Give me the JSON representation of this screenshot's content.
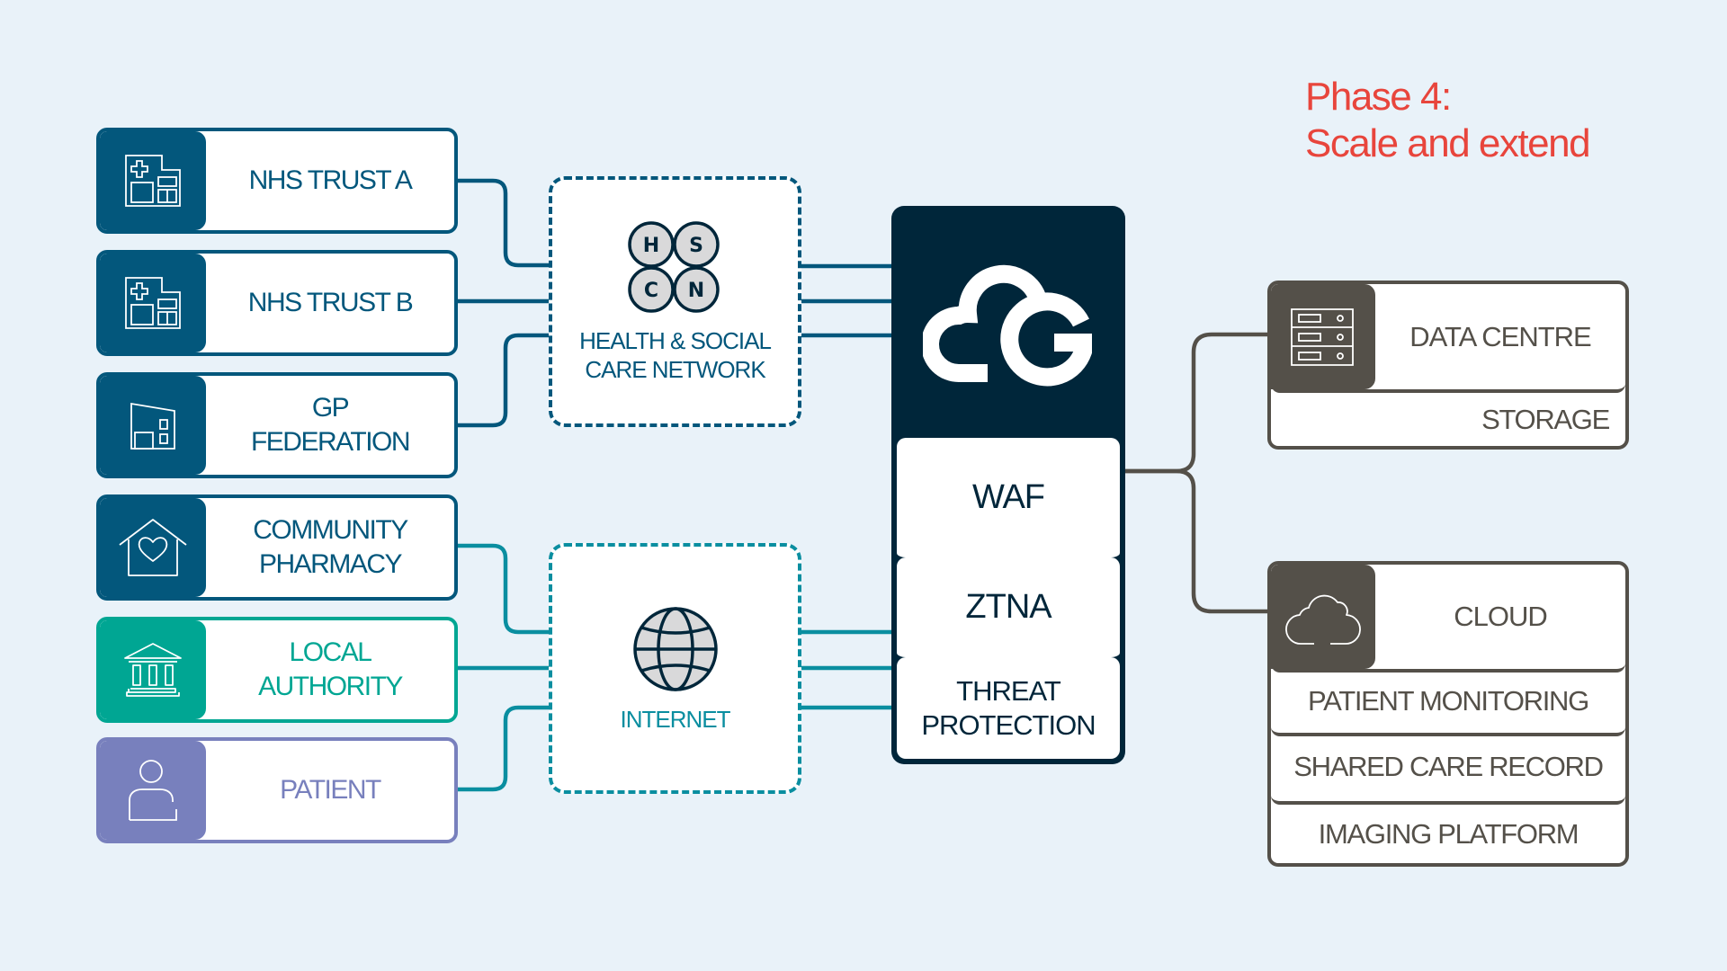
{
  "title": {
    "line1": "Phase 4:",
    "line2": "Scale and extend",
    "color": "#e8453c"
  },
  "colors": {
    "background": "#e9f2f9",
    "nhs_blue": "#03577c",
    "teal": "#0a8ea0",
    "local_authority": "#00a693",
    "patient": "#7880bd",
    "dark_navy": "#00263a",
    "grey": "#545049"
  },
  "sources": [
    {
      "id": "nhs-trust-a",
      "label": "NHS TRUST A",
      "icon": "hospital-icon",
      "network": "hscn"
    },
    {
      "id": "nhs-trust-b",
      "label": "NHS TRUST B",
      "icon": "hospital-icon",
      "network": "hscn"
    },
    {
      "id": "gp-federation",
      "label": "GP FEDERATION",
      "lines": [
        "GP",
        "FEDERATION"
      ],
      "icon": "clinic-building-icon",
      "network": "hscn"
    },
    {
      "id": "community-pharmacy",
      "label": "COMMUNITY PHARMACY",
      "lines": [
        "COMMUNITY",
        "PHARMACY"
      ],
      "icon": "house-heart-icon",
      "network": "internet"
    },
    {
      "id": "local-authority",
      "label": "LOCAL AUTHORITY",
      "lines": [
        "LOCAL",
        "AUTHORITY"
      ],
      "icon": "government-building-icon",
      "network": "internet"
    },
    {
      "id": "patient",
      "label": "PATIENT",
      "icon": "person-icon",
      "network": "internet"
    }
  ],
  "networks": {
    "hscn": {
      "logo_letters": [
        "H",
        "S",
        "C",
        "N"
      ],
      "line1": "HEALTH & SOCIAL",
      "line2": "CARE NETWORK",
      "icon": "hscn-logo-icon"
    },
    "internet": {
      "label": "INTERNET",
      "icon": "globe-icon"
    }
  },
  "gateway": {
    "logo": "cg-cloud-logo-icon",
    "layers": [
      {
        "label": "WAF"
      },
      {
        "label": "ZTNA"
      },
      {
        "label": "THREAT PROTECTION",
        "lines": [
          "THREAT",
          "PROTECTION"
        ]
      }
    ]
  },
  "destinations": {
    "data_centre": {
      "label": "DATA CENTRE",
      "icon": "server-rack-icon",
      "items": [
        "STORAGE"
      ]
    },
    "cloud": {
      "label": "CLOUD",
      "icon": "cloud-icon",
      "items": [
        "PATIENT MONITORING",
        "SHARED CARE RECORD",
        "IMAGING PLATFORM"
      ]
    }
  }
}
